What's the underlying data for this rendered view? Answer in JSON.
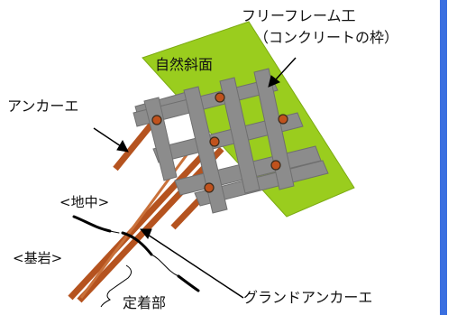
{
  "labels": {
    "free_frame_line1": "フリーフレーム工",
    "free_frame_line2": "（コンクリートの枠）",
    "natural_slope": "自然斜面",
    "anchor_work": "アンカーエ",
    "underground": "<地中>",
    "bedrock": "<基岩>",
    "anchorage": "定着部",
    "ground_anchor_work": "グランドアンカーエ"
  },
  "colors": {
    "slope_green": "#9acd1e",
    "frame_gray": "#8c8c8c",
    "anchor_brown": "#b5531f",
    "anchor_head": "#c0521d",
    "right_bar": "#3a6fe0"
  }
}
